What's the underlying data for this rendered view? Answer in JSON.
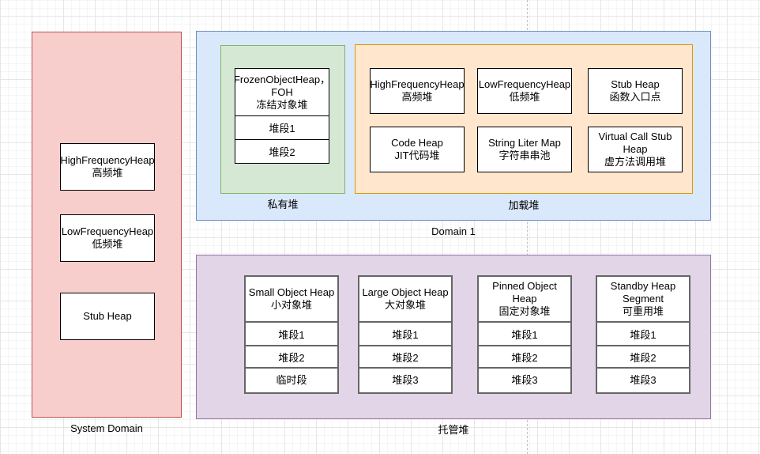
{
  "diagram": {
    "system_domain": {
      "label": "System Domain",
      "boxes": [
        {
          "lines": [
            "HighFrequencyHeap",
            "高频堆"
          ]
        },
        {
          "lines": [
            "LowFrequencyHeap",
            "低频堆"
          ]
        },
        {
          "lines": [
            "Stub Heap"
          ]
        }
      ]
    },
    "domain_1": {
      "label": "Domain 1",
      "private_heap": {
        "label": "私有堆",
        "foh_table": {
          "header_lines": [
            "FrozenObjectHeap，",
            "FOH",
            "冻结对象堆"
          ],
          "rows": [
            "堆段1",
            "堆段2"
          ]
        }
      },
      "load_heap": {
        "label": "加载堆",
        "boxes": [
          {
            "lines": [
              "HighFrequencyHeap",
              "高频堆"
            ]
          },
          {
            "lines": [
              "LowFrequencyHeap",
              "低频堆"
            ]
          },
          {
            "lines": [
              "Stub Heap",
              "函数入口点"
            ]
          },
          {
            "lines": [
              "Code Heap",
              "JIT代码堆"
            ]
          },
          {
            "lines": [
              "String Liter Map",
              "字符串串池"
            ]
          },
          {
            "lines": [
              "Virtual Call Stub Heap",
              "虚方法调用堆"
            ]
          }
        ]
      }
    },
    "managed_heap": {
      "label": "托管堆",
      "tables": [
        {
          "header_lines": [
            "Small Object Heap",
            "小对象堆"
          ],
          "rows": [
            "堆段1",
            "堆段2",
            "临时段"
          ]
        },
        {
          "header_lines": [
            "Large Object Heap",
            "大对象堆"
          ],
          "rows": [
            "堆段1",
            "堆段2",
            "堆段3"
          ]
        },
        {
          "header_lines": [
            "Pinned Object Heap",
            "固定对象堆"
          ],
          "rows": [
            "堆段1",
            "堆段2",
            "堆段3"
          ]
        },
        {
          "header_lines": [
            "Standby Heap",
            "Segment",
            "可重用堆"
          ],
          "rows": [
            "堆段1",
            "堆段2",
            "堆段3"
          ]
        }
      ]
    },
    "colors": {
      "system_domain_fill": "#F8CECC",
      "system_domain_stroke": "#B85450",
      "domain1_fill": "#DAE8FC",
      "domain1_stroke": "#6C8EBF",
      "private_heap_fill": "#D5E8D4",
      "private_heap_stroke": "#82B366",
      "load_heap_fill": "#FFE6CC",
      "load_heap_stroke": "#D79B00",
      "managed_heap_fill": "#E1D5E7",
      "managed_heap_stroke": "#9673A6"
    }
  }
}
